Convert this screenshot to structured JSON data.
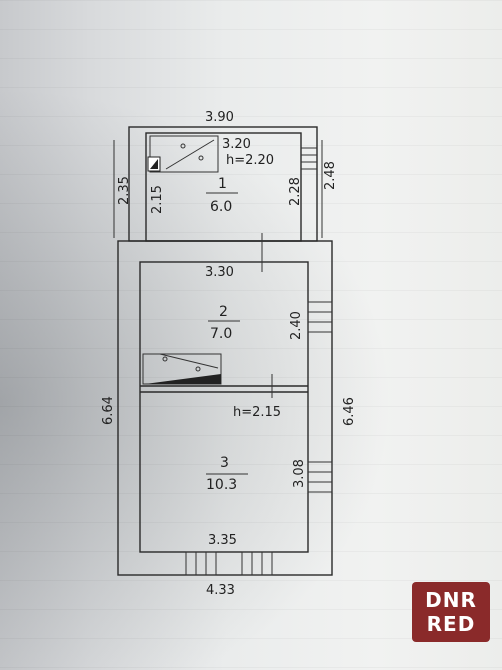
{
  "plan": {
    "dims": {
      "top_width": "3.90",
      "room1_inner_width": "3.20",
      "room1_height_label": "h=2.20",
      "room1_left_outer": "2.35",
      "room1_left_inner": "2.15",
      "room1_right_inner": "2.28",
      "room1_right_outer": "2.48",
      "room2_width": "3.30",
      "room2_depth": "2.40",
      "left_outer": "6.64",
      "right_outer": "6.46",
      "main_height_label": "h=2.15",
      "room3_depth": "3.08",
      "room3_width": "3.35",
      "bottom_width": "4.33"
    },
    "rooms": [
      {
        "number": "1",
        "area": "6.0"
      },
      {
        "number": "2",
        "area": "7.0"
      },
      {
        "number": "3",
        "area": "10.3"
      }
    ]
  },
  "watermark": {
    "line1": "DNR",
    "line2": "RED",
    "color": "#8a2a2a"
  }
}
